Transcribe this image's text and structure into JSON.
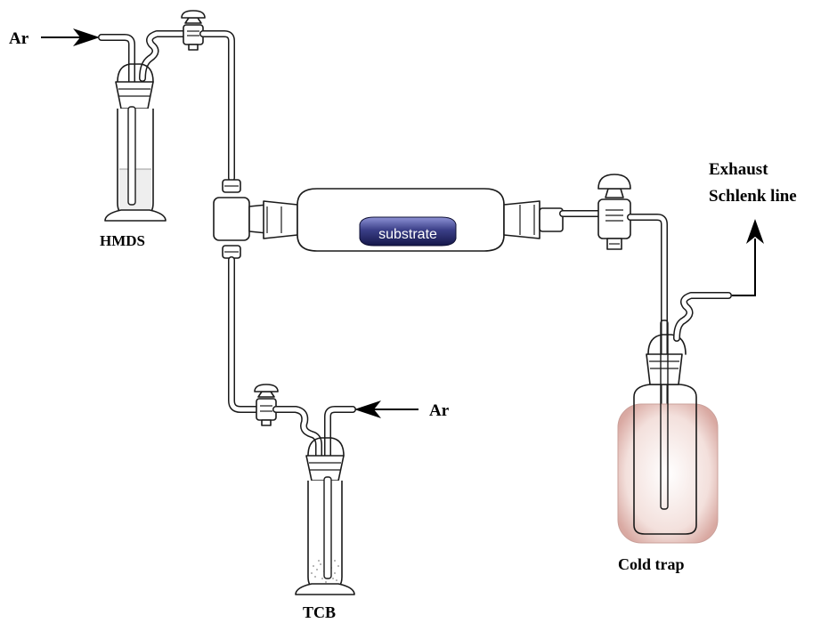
{
  "labels": {
    "ar_top": "Ar",
    "ar_bottom": "Ar",
    "hmds": "HMDS",
    "tcb": "TCB",
    "substrate": "substrate",
    "exhaust_line1": "Exhaust",
    "exhaust_line2": "Schlenk line",
    "cold_trap": "Cold trap"
  },
  "colors": {
    "substrate_fill": "#3b3f88",
    "substrate_text": "#ffffff",
    "cold_bath": "#e9c9c4"
  }
}
